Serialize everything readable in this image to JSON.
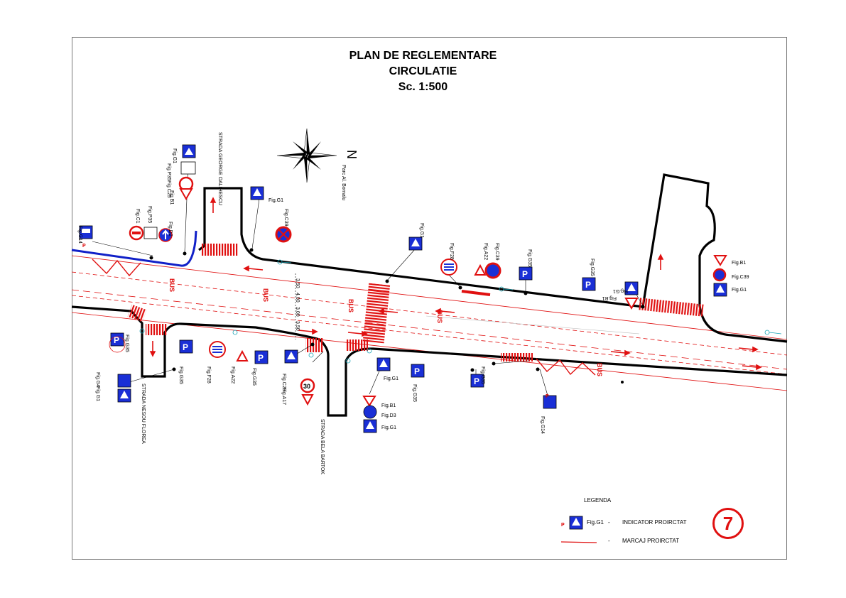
{
  "title": {
    "line1": "PLAN DE REGLEMENTARE",
    "line2": "CIRCULATIE",
    "scale": "Sc. 1:500"
  },
  "north_label": "N",
  "streets": {
    "top_left": "STRADA GEORGE OALIHESCU",
    "top_park": "Parc Al. Bornalu",
    "bottom_left": "STRADA NESOU FLOREA",
    "bottom_mid": "STRADA BELA BARTOK"
  },
  "signs": {
    "g14_left": "Fig.G14",
    "c1": "Fig.C1",
    "p35": "Fig.P35",
    "d2": "Fig.D2",
    "g1_top": "Fig.G1",
    "p35_top": "Fig.P35",
    "c25": "Fig.C25",
    "b1_top": "Fig.B1",
    "g1_b": "Fig.G1",
    "c39": "Fig.C39",
    "g1_c": "Fig.G1",
    "f28_top": "Fig.F28",
    "a22_top": "Fig.A22",
    "c39_b": "Fig.C39",
    "g35_a": "Fig.G35",
    "g35_b": "Fig.G35",
    "b1_right": "Fig.B1",
    "g1_right": "Fig.G1",
    "b1_far": "Fig.B1",
    "c39_far": "Fig.C39",
    "g1_far": "Fig.G1",
    "g35_bl": "Fig.G35",
    "g4": "Fig.G4",
    "g1_bl": "Fig.G1",
    "g35_c": "Fig.G35",
    "f28_bl": "Fig.F28",
    "a22_bl": "Fig.A22",
    "g35_d": "Fig.G35",
    "c29": "Fig.C29",
    "a17": "Fig.A17",
    "g1_d": "Fig.G1",
    "g35_e": "Fig.G35",
    "b1_bm": "Fig.B1",
    "d3": "Fig.D3",
    "g1_bm": "Fig.G1",
    "g35_f": "Fig.G35",
    "g14_bm": "Fig.G14"
  },
  "speed_value": "30",
  "dimensions": [
    "3.50",
    "4.00",
    "3.00",
    "3.50"
  ],
  "road_marks": "BUS",
  "legend": {
    "title": "LEGENDA",
    "sign_fig": "Fig.G1",
    "dot1": "-",
    "item1": "INDICATOR PROIRCTAT",
    "dot2": "-",
    "item2": "MARCAJ PROIRCTAT"
  },
  "sheet_number": "7",
  "colors": {
    "sign_blue": "#1a2fd6",
    "marking_red": "#e01010",
    "curb": "#000000",
    "existing_blue": "#1020c8",
    "cyan": "#19a3b5"
  }
}
